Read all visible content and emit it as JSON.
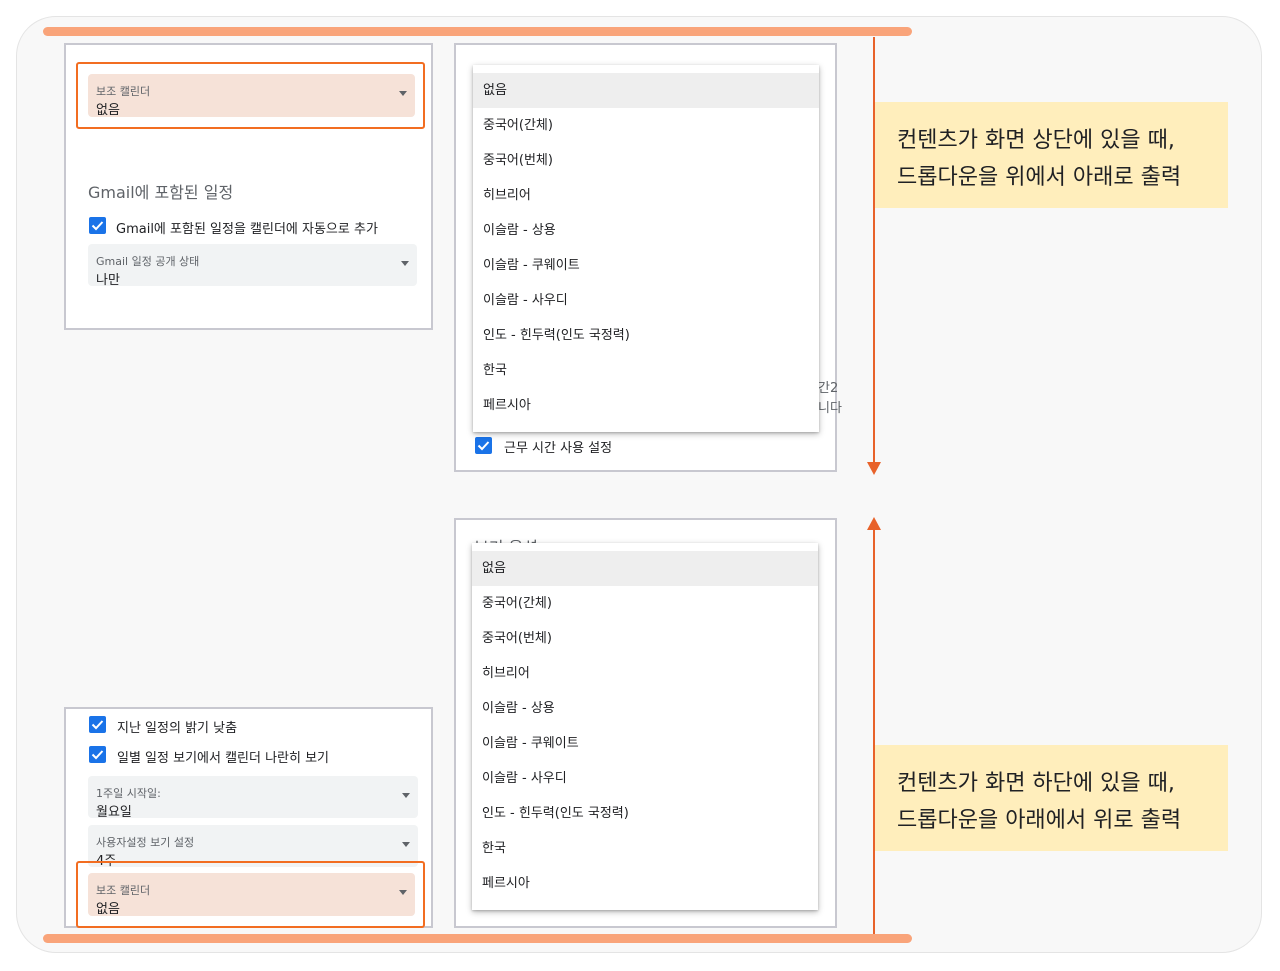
{
  "colors": {
    "accent_bar": "#f9a47a",
    "highlight_border": "#f26d21",
    "arrow": "#e8622a",
    "note_bg": "#ffeebc",
    "checkbox": "#1a73e8"
  },
  "top": {
    "left_panel": {
      "secondary_calendar": {
        "label": "보조 캘린더",
        "value": "없음"
      },
      "section_title": "Gmail에 포함된 일정",
      "auto_add_checkbox": "Gmail에 포함된 일정을 캘린더에 자동으로 추가",
      "visibility_select": {
        "label": "Gmail 일정 공개 상태",
        "value": "나만"
      }
    },
    "right_panel": {
      "dropdown_items": [
        "없음",
        "중국어(간체)",
        "중국어(번체)",
        "히브리어",
        "이슬람 - 상용",
        "이슬람 - 쿠웨이트",
        "이슬람 - 사우디",
        "인도 - 힌두력(인도 국정력)",
        "한국",
        "페르시아"
      ],
      "peek_text_1": "간2",
      "peek_text_2": "니다",
      "work_hours_checkbox": "근무 시간 사용 설정"
    },
    "note": {
      "line1": "컨텐츠가 화면 상단에 있을 때,",
      "line2": "드롭다운을 위에서 아래로 출력"
    }
  },
  "bottom": {
    "left_panel": {
      "dim_past_checkbox": "지난 일정의 밝기 낮춤",
      "side_by_side_checkbox": "일별 일정 보기에서 캘린더 나란히 보기",
      "week_start_select": {
        "label": "1주일 시작일:",
        "value": "월요일"
      },
      "custom_view_select": {
        "label": "사용자설정 보기 설정",
        "value": "4주"
      },
      "secondary_calendar": {
        "label": "보조 캘린더",
        "value": "없음"
      }
    },
    "right_panel": {
      "peek_title": "보기 옵션",
      "dropdown_items": [
        "없음",
        "중국어(간체)",
        "중국어(번체)",
        "히브리어",
        "이슬람 - 상용",
        "이슬람 - 쿠웨이트",
        "이슬람 - 사우디",
        "인도 - 힌두력(인도 국정력)",
        "한국",
        "페르시아"
      ]
    },
    "note": {
      "line1": "컨텐츠가 화면 하단에 있을 때,",
      "line2": "드롭다운을 아래에서 위로 출력"
    }
  }
}
